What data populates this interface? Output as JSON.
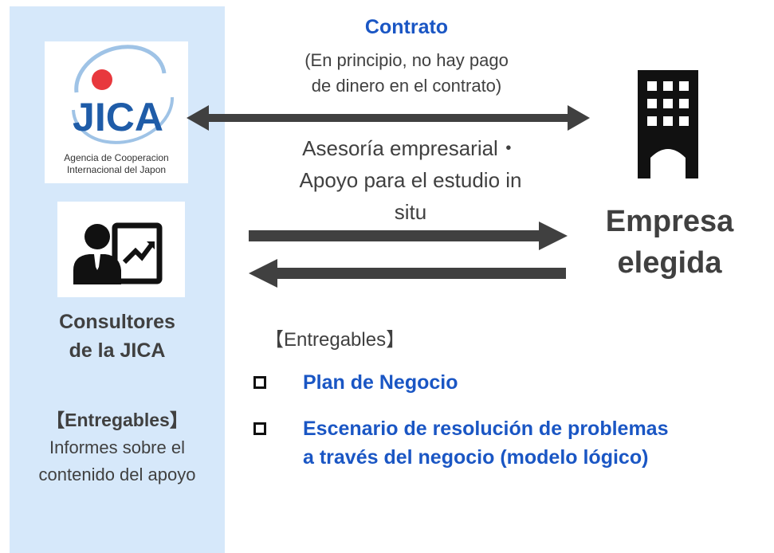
{
  "jica": {
    "logo_text": "JICA",
    "agency_line1": "Agencia de Cooperacion",
    "agency_line2": "Internacional del Japon"
  },
  "consultants": {
    "name": "Consultores\nde la JICA",
    "deliverables_title": "【Entregables】",
    "deliverables_text": "Informes sobre el\ncontenido del apoyo"
  },
  "contract": {
    "title": "Contrato",
    "note": "(En principio, no hay pago\nde dinero en el contrato)"
  },
  "support": {
    "line1": "Asesoría empresarial・",
    "line2": "Apoyo para el estudio in",
    "line3": "situ"
  },
  "company": {
    "name": "Empresa\nelegida"
  },
  "deliverables": {
    "title": "【Entregables】",
    "items": [
      "Plan de Negocio",
      "Escenario de resolución de problemas\na través del negocio (modelo lógico)"
    ]
  },
  "colors": {
    "panel": "#d6e8fa",
    "accent_blue": "#1a56c4",
    "arrow": "#404040",
    "jica_red": "#e8383d",
    "jica_blue": "#1f5ca8"
  }
}
